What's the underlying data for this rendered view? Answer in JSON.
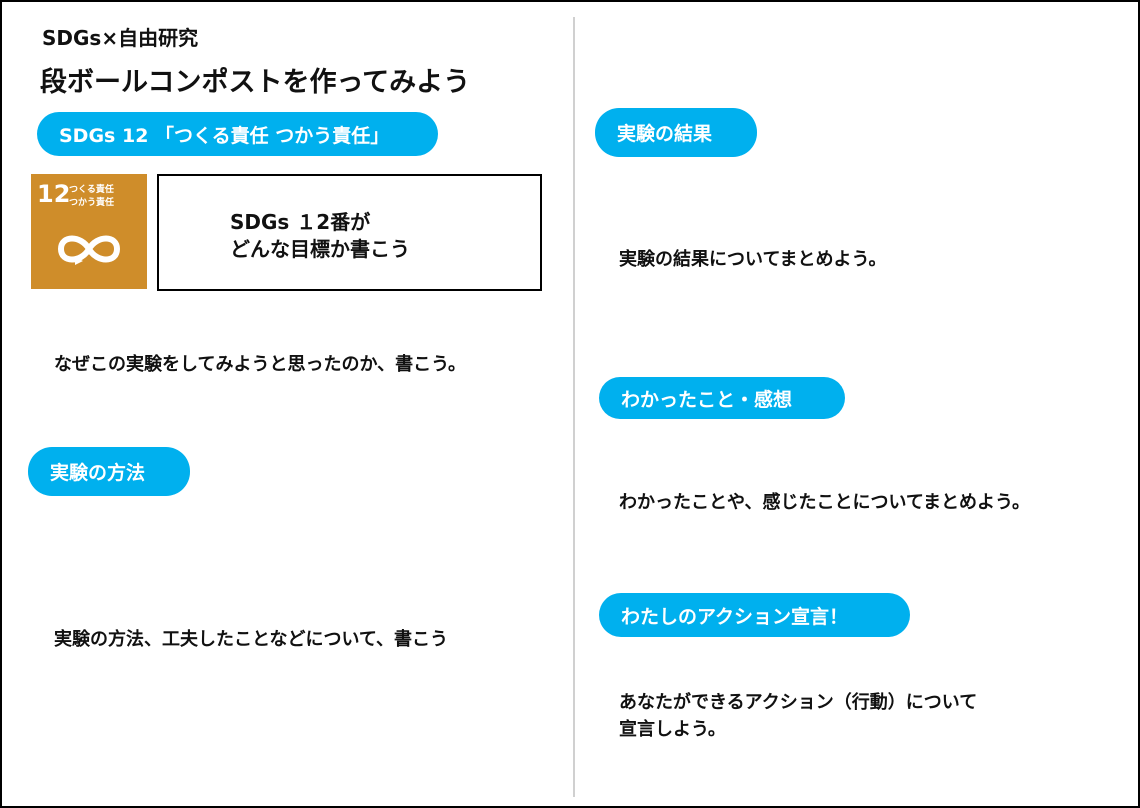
{
  "header": {
    "subtitle": "SDGs×自由研究",
    "title": "段ボールコンポストを作ってみよう"
  },
  "left": {
    "sdg_pill": "SDGs 12 「つくる責任 つかう責任」",
    "sdg_tile": {
      "number": "12",
      "line1": "つくる責任",
      "line2": "つかう責任",
      "color": "#cf8d2a"
    },
    "goal_box": {
      "line1": "SDGs １2番が",
      "line2": "どんな目標か書こう"
    },
    "reason_prompt": "なぜこの実験をしてみようと思ったのか、書こう。",
    "method_pill": "実験の方法",
    "method_prompt": "実験の方法、工夫したことなどについて、書こう"
  },
  "right": {
    "result_pill": "実験の結果",
    "result_prompt": "実験の結果についてまとめよう。",
    "learned_pill": "わかったこと・感想",
    "learned_prompt": "わかったことや、感じたことについてまとめよう。",
    "action_pill": "わたしのアクション宣言！",
    "action_prompt_line1": "あなたができるアクション（行動）について",
    "action_prompt_line2": "宣言しよう。"
  },
  "colors": {
    "accent": "#00b0ee"
  }
}
